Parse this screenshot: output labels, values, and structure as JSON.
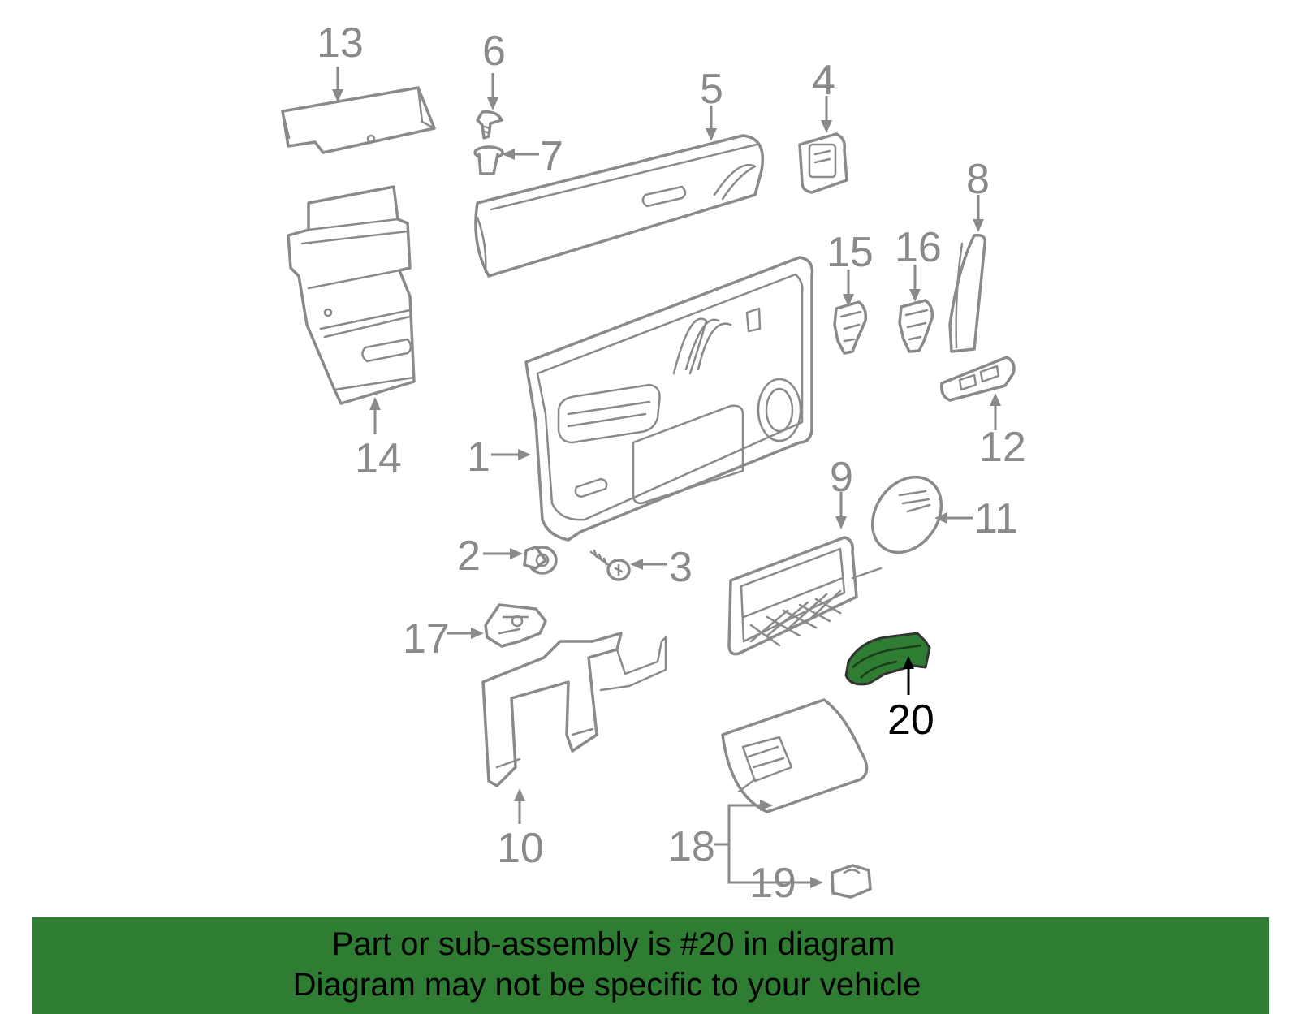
{
  "callouts": {
    "p1": "1",
    "p2": "2",
    "p3": "3",
    "p4": "4",
    "p5": "5",
    "p6": "6",
    "p7": "7",
    "p8": "8",
    "p9": "9",
    "p10": "10",
    "p11": "11",
    "p12": "12",
    "p13": "13",
    "p14": "14",
    "p15": "15",
    "p16": "16",
    "p17": "17",
    "p18": "18",
    "p19": "19",
    "p20": "20"
  },
  "highlighted_part": "20",
  "colors": {
    "highlight": "#2e7d32",
    "line_art": "#8a8a8a",
    "highlight_label": "#000000"
  },
  "banner": {
    "line1": "Part or sub-assembly is #20 in diagram",
    "line2": "Diagram may not be specific to your vehicle"
  }
}
